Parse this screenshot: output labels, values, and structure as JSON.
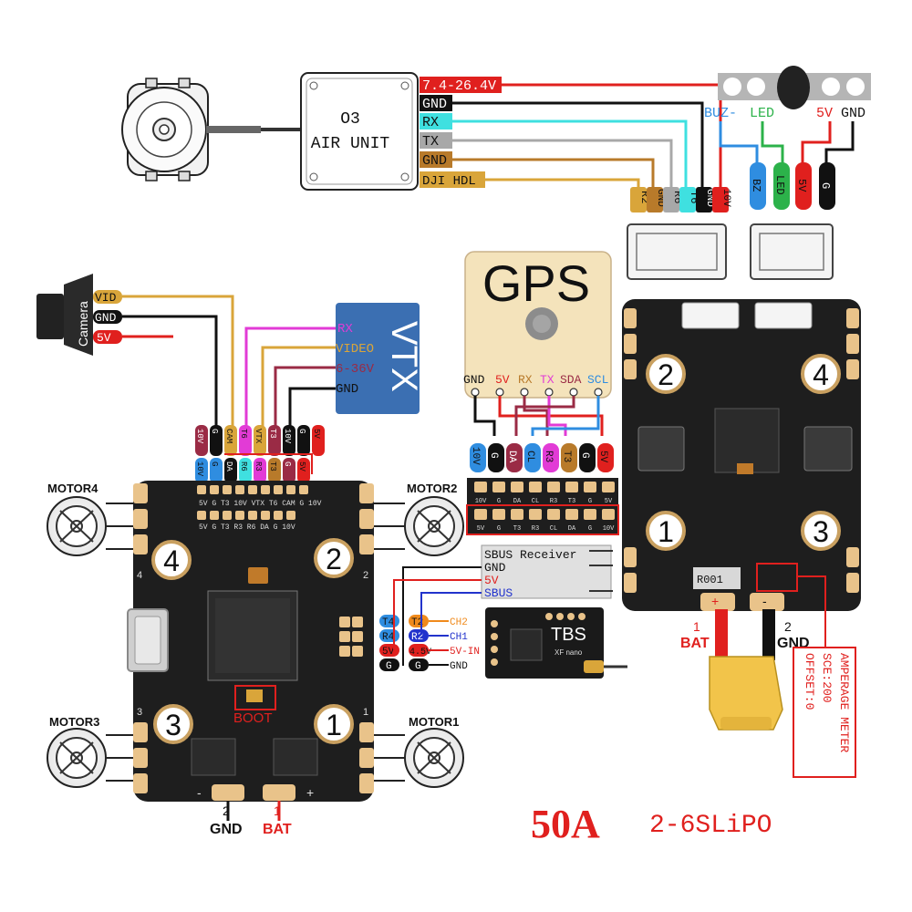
{
  "air_unit": {
    "title_line1": "O3",
    "title_line2": "AIR UNIT",
    "pins": [
      "7.4-26.4V",
      "GND",
      "RX",
      "TX",
      "GND",
      "DJI HDL"
    ],
    "connector_labels": [
      "R2",
      "GND",
      "R6",
      "T6",
      "GND",
      "10V"
    ]
  },
  "led_buzzer": {
    "labels": [
      "BUZ-",
      "LED",
      "5V",
      "GND"
    ],
    "pin_labels": [
      "BZ",
      "LED",
      "5V",
      "G"
    ]
  },
  "gps": {
    "title": "GPS",
    "pins": [
      "GND",
      "5V",
      "RX",
      "TX",
      "SDA",
      "SCL"
    ],
    "connector_labels": [
      "10V",
      "G",
      "DA",
      "CL",
      "R3",
      "T3",
      "G",
      "5V"
    ],
    "pad_row1": [
      "10V",
      "G",
      "DA",
      "CL",
      "R3",
      "T3",
      "G",
      "5V"
    ],
    "pad_row2": [
      "5V",
      "G",
      "T3",
      "R3",
      "CL",
      "DA",
      "G",
      "10V"
    ]
  },
  "camera": {
    "title": "Camera",
    "pins": [
      "VID",
      "GND",
      "5V"
    ]
  },
  "vtx": {
    "title": "VTX",
    "pins": [
      "RX",
      "VIDEO",
      "6-36V",
      "GND"
    ]
  },
  "fc": {
    "header_labels": [
      "10V",
      "G",
      "CAM",
      "T6",
      "VTX",
      "T3",
      "10V",
      "G",
      "5V"
    ],
    "header_labels_row2": [
      "10V",
      "G",
      "DA",
      "R6",
      "R3",
      "T3",
      "G",
      "5V"
    ],
    "silk_row1": "5V G T3 10V VTX T6 CAM G 10V",
    "silk_row2": "5V G T3 R3 R6 DA G 10V",
    "motor_labels": [
      "MOTOR4",
      "MOTOR2",
      "MOTOR3",
      "MOTOR1"
    ],
    "motor_numbers": [
      "4",
      "2",
      "3",
      "1"
    ],
    "boot_label": "BOOT",
    "minus_label": "-",
    "plus_label": "+",
    "side_labels": [
      "4",
      "2",
      "3",
      "1"
    ]
  },
  "receiver_wiring": {
    "rows": [
      {
        "left": "T4",
        "right": "T2",
        "target": "CH2"
      },
      {
        "left": "R4",
        "right": "R2",
        "target": "CH1"
      },
      {
        "left": "5V",
        "right": "4.5V",
        "target": "5V-IN"
      },
      {
        "left": "G",
        "right": "G",
        "target": "GND"
      }
    ]
  },
  "sbus": {
    "title": "SBUS Receiver",
    "pins": [
      "GND",
      "5V",
      "SBUS"
    ]
  },
  "tbs": {
    "title": "TBS",
    "subtitle": "XF nano"
  },
  "esc": {
    "numbers": [
      "2",
      "4",
      "1",
      "3"
    ],
    "resistor": "R001",
    "bat_label": [
      "1",
      "BAT"
    ],
    "gnd_label": [
      "2",
      "GND"
    ],
    "power_silk": [
      "+",
      "-"
    ]
  },
  "fc_bottom": {
    "gnd_label": [
      "2",
      "GND"
    ],
    "bat_label": [
      "1",
      "BAT"
    ]
  },
  "amperage": {
    "title": "AMPERAGE METER",
    "scale": "SCE:200",
    "offset": "OFFSET:0"
  },
  "footer": {
    "rating": "50A",
    "lipo": "2-6SLiPO"
  },
  "colors": {
    "red": "#e0201e",
    "black": "#111111",
    "cyan": "#3fe0e0",
    "gray": "#a8a8a8",
    "gold": "#d9a53a",
    "brown": "#b87a2a",
    "magenta": "#e23bd6",
    "blue": "#2f8de0",
    "green": "#2cb24a",
    "orange": "#f08a1c",
    "maroon": "#9a2b45",
    "vtx_blue": "#3b6fb2",
    "board": "#1e1e1e"
  }
}
